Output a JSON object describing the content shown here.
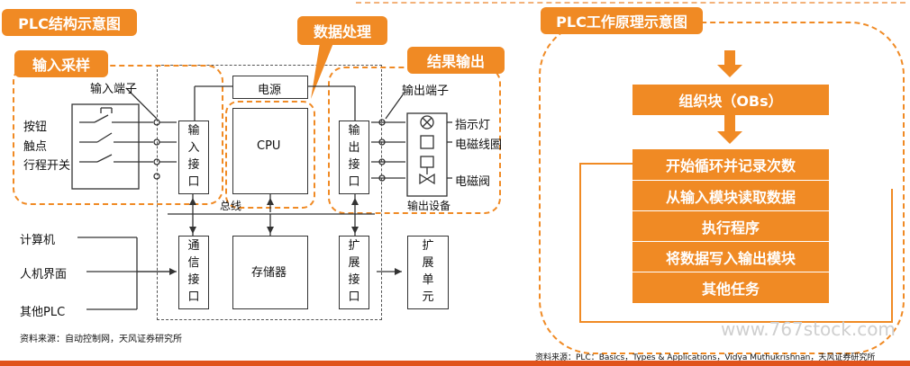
{
  "left_panel": {
    "title": "PLC结构示意图",
    "tag_input": "输入采样",
    "tag_process": "数据处理",
    "tag_output": "结果输出",
    "input_terminal": "输入端子",
    "inputs": [
      "按钮",
      "触点",
      "行程开关"
    ],
    "input_interface": "输入接口",
    "power": "电源",
    "cpu": "CPU",
    "output_interface": "输出接口",
    "output_terminal": "输出端子",
    "outputs": [
      "指示灯",
      "电磁线圈",
      "电磁阀"
    ],
    "output_device": "输出设备",
    "bus": "总线",
    "comm_interface": "通信接口",
    "memory": "存储器",
    "expansion_interface": "扩展接口",
    "expansion_unit": "扩展单元",
    "externals": [
      "计算机",
      "人机界面",
      "其他PLC"
    ],
    "source": "资料来源：自动控制网，天风证券研究所"
  },
  "right_panel": {
    "title": "PLC工作原理示意图",
    "steps": [
      "组织块（OBs）",
      "开始循环并记录次数",
      "从输入模块读取数据",
      "执行程序",
      "将数据写入输出模块",
      "其他任务"
    ],
    "source": "资料来源：PLC：Basics，Types & Applications，Vidya Muthukrishnan，天风证券研究所",
    "watermark": "www.767stock.com"
  },
  "colors": {
    "accent": "#f08a24",
    "line": "#333333",
    "bottom_bar": "#e0531c"
  }
}
